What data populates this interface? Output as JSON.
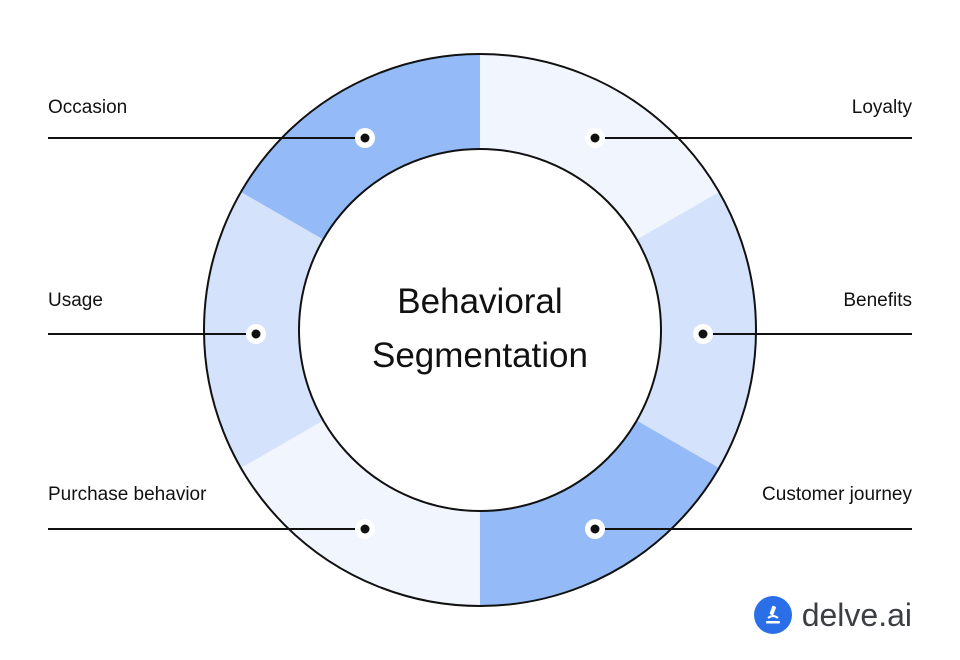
{
  "center_title": {
    "line1": "Behavioral",
    "line2": "Segmentation"
  },
  "segments": [
    {
      "id": "loyalty",
      "label": "Loyalty",
      "color": "#f1f5fd"
    },
    {
      "id": "benefits",
      "label": "Benefits",
      "color": "#d4e3fb"
    },
    {
      "id": "customer-journey",
      "label": "Customer journey",
      "color": "#94bbf8"
    },
    {
      "id": "purchase-behavior",
      "label": "Purchase behavior",
      "color": "#f1f5fd"
    },
    {
      "id": "usage",
      "label": "Usage",
      "color": "#d4e3fb"
    },
    {
      "id": "occasion",
      "label": "Occasion",
      "color": "#94bbf8"
    }
  ],
  "brand": {
    "name": "delve.ai",
    "icon": "microscope-icon",
    "color": "#2a6fe8"
  },
  "colors": {
    "outline": "#111111",
    "inner_circle": "#ffffff"
  }
}
